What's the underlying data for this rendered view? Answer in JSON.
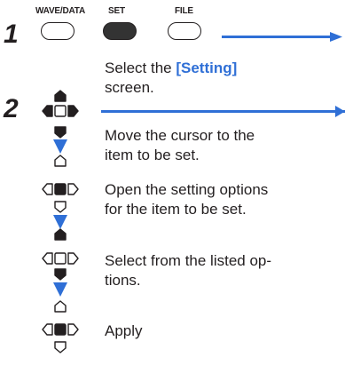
{
  "steps": [
    {
      "number": "1",
      "keys": [
        {
          "label": "WAVE/DATA",
          "active": false
        },
        {
          "label": "SET",
          "active": true
        },
        {
          "label": "FILE",
          "active": false
        }
      ],
      "text_prefix": "Select the ",
      "text_highlight": "[Setting]",
      "text_suffix": "screen."
    },
    {
      "number": "2",
      "actions": [
        {
          "line1": "Move the cursor to the",
          "line2": "item to be set."
        },
        {
          "line1": "Open the setting options",
          "line2": "for the item to be set."
        },
        {
          "line1": "Select from the listed op-",
          "line2": "tions."
        },
        {
          "line1": "Apply",
          "line2": ""
        }
      ]
    }
  ],
  "colors": {
    "accent": "#2f6fd6",
    "ink": "#231f20",
    "key_active": "#333333"
  },
  "icons": [
    "cursor-keypad-icon",
    "arrow-down-icon",
    "arrow-right-icon"
  ]
}
